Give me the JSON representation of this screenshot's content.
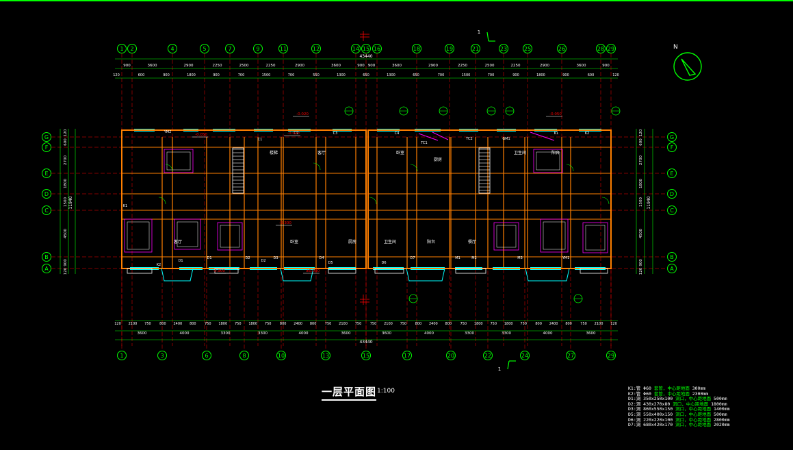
{
  "drawing": {
    "title": "一层平面图",
    "scale": "1:100",
    "north_label": "N",
    "section_mark": "1",
    "total_width": "43440",
    "total_depth": "11940"
  },
  "axes": {
    "top": [
      "1",
      "2",
      "4",
      "5",
      "7",
      "9",
      "11",
      "12",
      "14",
      "15",
      "16",
      "18",
      "19",
      "21",
      "23",
      "25",
      "26",
      "28",
      "29"
    ],
    "bottom": [
      "1",
      "3",
      "6",
      "8",
      "10",
      "13",
      "15",
      "17",
      "20",
      "22",
      "24",
      "27",
      "29"
    ],
    "left": [
      "G",
      "F",
      "E",
      "D",
      "C",
      "B",
      "A"
    ],
    "right": [
      "G",
      "F",
      "E",
      "D",
      "C",
      "B",
      "A"
    ]
  },
  "dims": {
    "top_row1": [
      "900",
      "3600",
      "2900",
      "2250",
      "2500",
      "2250",
      "2900",
      "3600",
      "900",
      "900",
      "3600",
      "2900",
      "2250",
      "2500",
      "2250",
      "2900",
      "3600",
      "900"
    ],
    "top_row2": [
      "120",
      "600",
      "900",
      "1800",
      "900",
      "700",
      "1500",
      "700",
      "550",
      "1300",
      "650",
      "1300",
      "650",
      "700",
      "1500",
      "700",
      "900",
      "1800",
      "900",
      "600",
      "120"
    ],
    "bottom_row1": [
      "120",
      "2100",
      "750",
      "800",
      "2400",
      "800",
      "750",
      "1800",
      "750",
      "1800",
      "750",
      "800",
      "2400",
      "800",
      "750",
      "2100",
      "750",
      "750",
      "2100",
      "750",
      "800",
      "2400",
      "800",
      "750",
      "1800",
      "750",
      "1800",
      "750",
      "800",
      "2400",
      "800",
      "750",
      "2100",
      "120"
    ],
    "bottom_row2": [
      "3600",
      "4000",
      "3300",
      "3300",
      "4000",
      "3600",
      "3600",
      "4000",
      "3300",
      "3300",
      "4000",
      "3600"
    ],
    "left_col": [
      "120",
      "600",
      "2700",
      "1800",
      "1500",
      "4500",
      "900",
      "120"
    ],
    "right_col": [
      "120",
      "600",
      "2700",
      "1800",
      "1500",
      "4500",
      "900",
      "120"
    ],
    "elevations": [
      "-0.050",
      "-0.020",
      "-0.300",
      "±0.000",
      "-0.900"
    ]
  },
  "rooms": {
    "labels": [
      "客厅",
      "卧室",
      "厨房",
      "卫生间",
      "阳台",
      "餐厅",
      "楼梯"
    ],
    "tags": [
      "K1",
      "K2",
      "D1",
      "D2",
      "D3",
      "D4",
      "D5",
      "D6",
      "D7",
      "M1",
      "M2",
      "M3",
      "YM1",
      "YM2",
      "C1",
      "C2",
      "C3",
      "C4",
      "TC1",
      "TC2",
      "GM1"
    ]
  },
  "legend": [
    {
      "code": "K1:",
      "spec": "管 Φ60",
      "note": "套管，中心距地面",
      "value": "300mm"
    },
    {
      "code": "K2:",
      "spec": "管 Φ60",
      "note": "套管，中心距地面",
      "value": "2300mm"
    },
    {
      "code": "D1:",
      "spec": "洞 350x250x100",
      "note": "洞口，中心距地面",
      "value": "500mm"
    },
    {
      "code": "D2:",
      "spec": "洞 430x270x80",
      "note": "洞口，中心距地面",
      "value": "1800mm"
    },
    {
      "code": "D3:",
      "spec": "洞 860x550x150",
      "note": "洞口，中心距地面",
      "value": "1400mm"
    },
    {
      "code": "D5:",
      "spec": "洞 550x400x150",
      "note": "洞口，中心距地面",
      "value": "500mm"
    },
    {
      "code": "D6:",
      "spec": "洞 220x220x100",
      "note": "洞口，中心距地面",
      "value": "2800mm"
    },
    {
      "code": "D7:",
      "spec": "洞 680x420x170",
      "note": "洞口，中心距地面",
      "value": "2020mm"
    }
  ],
  "colors": {
    "grid": "#00ff00",
    "wall": "#ff7f00",
    "window": "#00ffff",
    "axis": "#ff0000",
    "text": "#ffffff",
    "fixture": "#ff00ff",
    "accent": "#ffff00"
  }
}
